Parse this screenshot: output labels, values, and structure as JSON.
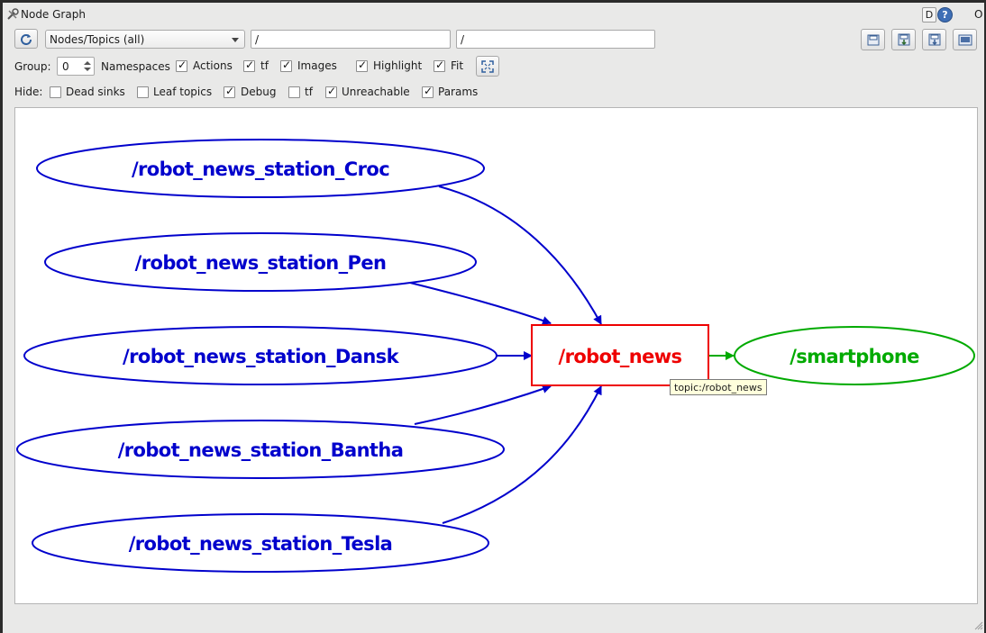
{
  "window": {
    "title": "Node Graph",
    "d_label": "D",
    "help_label": "?",
    "extra_label": "O"
  },
  "toolbar": {
    "filter_combo": "Nodes/Topics (all)",
    "ns_filter": "/",
    "topic_filter": "/"
  },
  "options": {
    "group_label": "Group:",
    "group_value": "0",
    "namespaces": {
      "label": "Namespaces",
      "checked": true
    },
    "actions": {
      "label": "Actions",
      "checked": true
    },
    "tf": {
      "label": "tf",
      "checked": true
    },
    "images": {
      "label": "Images",
      "checked": true
    },
    "highlight": {
      "label": "Highlight",
      "checked": true
    },
    "fit": {
      "label": "Fit",
      "checked": true
    }
  },
  "hide": {
    "label": "Hide:",
    "dead_sinks": {
      "label": "Dead sinks",
      "checked": false
    },
    "leaf_topics": {
      "label": "Leaf topics",
      "checked": false
    },
    "debug": {
      "label": "Debug",
      "checked": true
    },
    "tf": {
      "label": "tf",
      "checked": false
    },
    "unreachable": {
      "label": "Unreachable",
      "checked": true
    },
    "params": {
      "label": "Params",
      "checked": true
    }
  },
  "graph": {
    "publishers": [
      "/robot_news_station_Croc",
      "/robot_news_station_Pen",
      "/robot_news_station_Dansk",
      "/robot_news_station_Bantha",
      "/robot_news_station_Tesla"
    ],
    "topic": "/robot_news",
    "subscriber": "/smartphone",
    "tooltip": "topic:/robot_news",
    "colors": {
      "publisher": "#0000cc",
      "topic": "#ee0000",
      "subscriber": "#00aa00"
    }
  }
}
